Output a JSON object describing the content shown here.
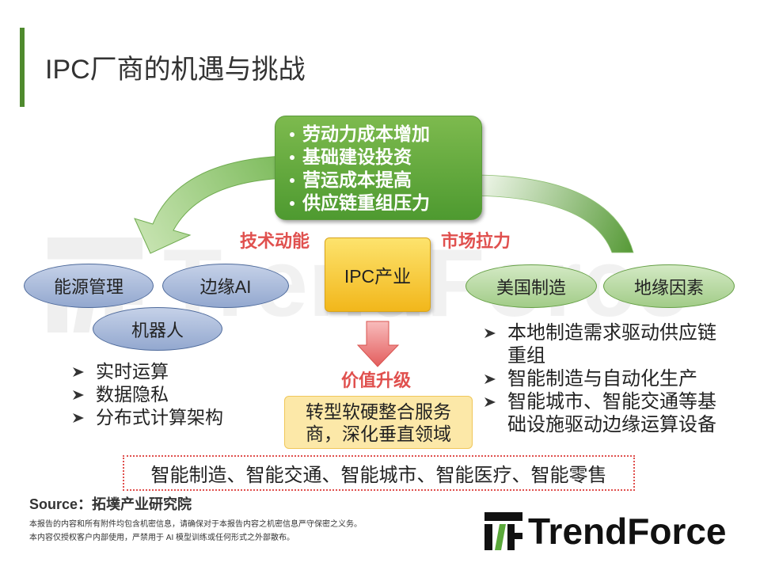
{
  "slide": {
    "title": "IPC厂商的机遇与挑战"
  },
  "drivers": {
    "items": [
      "劳动力成本增加",
      "基础建设投资",
      "营运成本提高",
      "供应链重组压力"
    ]
  },
  "labels": {
    "tech_momentum": "技术动能",
    "market_pull": "市场拉力",
    "value_upgrade": "价值升级"
  },
  "core": {
    "label": "IPC产业"
  },
  "outcome": {
    "text": "转型软硬整合服务商，深化垂直领域"
  },
  "tech": {
    "topics": [
      "能源管理",
      "边缘AI",
      "机器人"
    ],
    "bullets": [
      "实时运算",
      "数据隐私",
      "分布式计算架构"
    ]
  },
  "market": {
    "topics": [
      "美国制造",
      "地缘因素"
    ],
    "bullets": [
      "本地制造需求驱动供应链重组",
      "智能制造与自动化生产",
      "智能城市、智能交通等基础设施驱动边缘运算设备"
    ]
  },
  "applications": {
    "text": "智能制造、智能交通、智能城市、智能医疗、智能零售"
  },
  "footer": {
    "source": "Source：拓墣产业研究院",
    "disclaimer": [
      "本报告的内容和所有附件均包含机密信息，请确保对于本报告内容之机密信息严守保密之义务。",
      "本内容仅授权客户内部使用，严禁用于 AI 模型训练或任何形式之外部散布。"
    ],
    "logo_text": "TrendForce"
  },
  "watermark": {
    "text": "TrendForce"
  },
  "icons": {
    "bullet": "arrow-bullet-icon",
    "logo": "trendforce-logo-icon",
    "down": "down-arrow-icon"
  },
  "colors": {
    "accent": "#4f8a2e",
    "red": "#e0504e",
    "logo_green": "#5aa83a"
  }
}
